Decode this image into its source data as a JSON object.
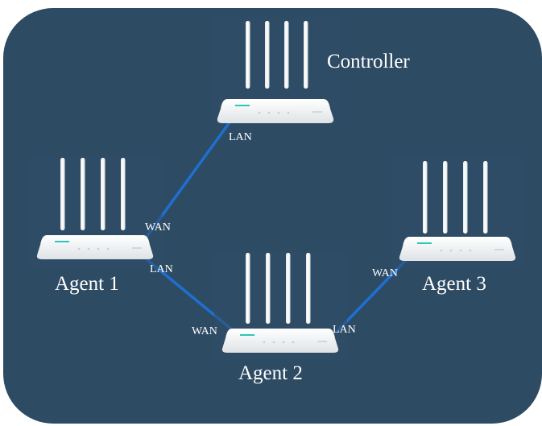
{
  "colors": {
    "background": "#2e4b64",
    "link": "#1f6fd1",
    "router_body": "#f4f6f7",
    "router_accent": "#2ec6b6",
    "label": "#ffffff"
  },
  "nodes": {
    "controller": {
      "name": "Controller",
      "port_lan": "LAN"
    },
    "agent1": {
      "name": "Agent 1",
      "port_wan": "WAN",
      "port_lan": "LAN"
    },
    "agent2": {
      "name": "Agent 2",
      "port_wan": "WAN",
      "port_lan": "LAN"
    },
    "agent3": {
      "name": "Agent 3",
      "port_wan": "WAN"
    }
  },
  "links": [
    {
      "from": "controller.LAN",
      "to": "agent1.WAN"
    },
    {
      "from": "agent1.LAN",
      "to": "agent2.WAN"
    },
    {
      "from": "agent2.LAN",
      "to": "agent3.WAN"
    }
  ]
}
